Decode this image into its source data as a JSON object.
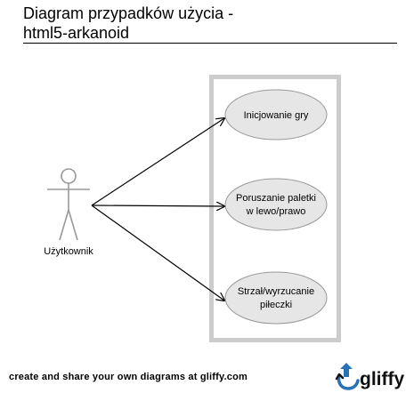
{
  "title": {
    "line1": "Diagram przypadków użycia -",
    "line2": "html5-arkanoid"
  },
  "actor": {
    "label": "Użytkownik",
    "icon": "stick-figure"
  },
  "use_cases": [
    {
      "lines": [
        "Inicjowanie gry"
      ]
    },
    {
      "lines": [
        "Poruszanie paletki",
        "w lewo/prawo"
      ]
    },
    {
      "lines": [
        "Strzał/wyrzucanie",
        "piłeczki"
      ]
    }
  ],
  "colors": {
    "boundary": "#cccccc",
    "ellipse_fill": "#e6e6e6",
    "ellipse_stroke": "#999999",
    "actor_stroke": "#999999",
    "arrow": "#000000",
    "logo_blue": "#2a72b8"
  },
  "footer": {
    "text": "create and share your own diagrams at gliffy.com",
    "logo_text": "gliffy"
  }
}
